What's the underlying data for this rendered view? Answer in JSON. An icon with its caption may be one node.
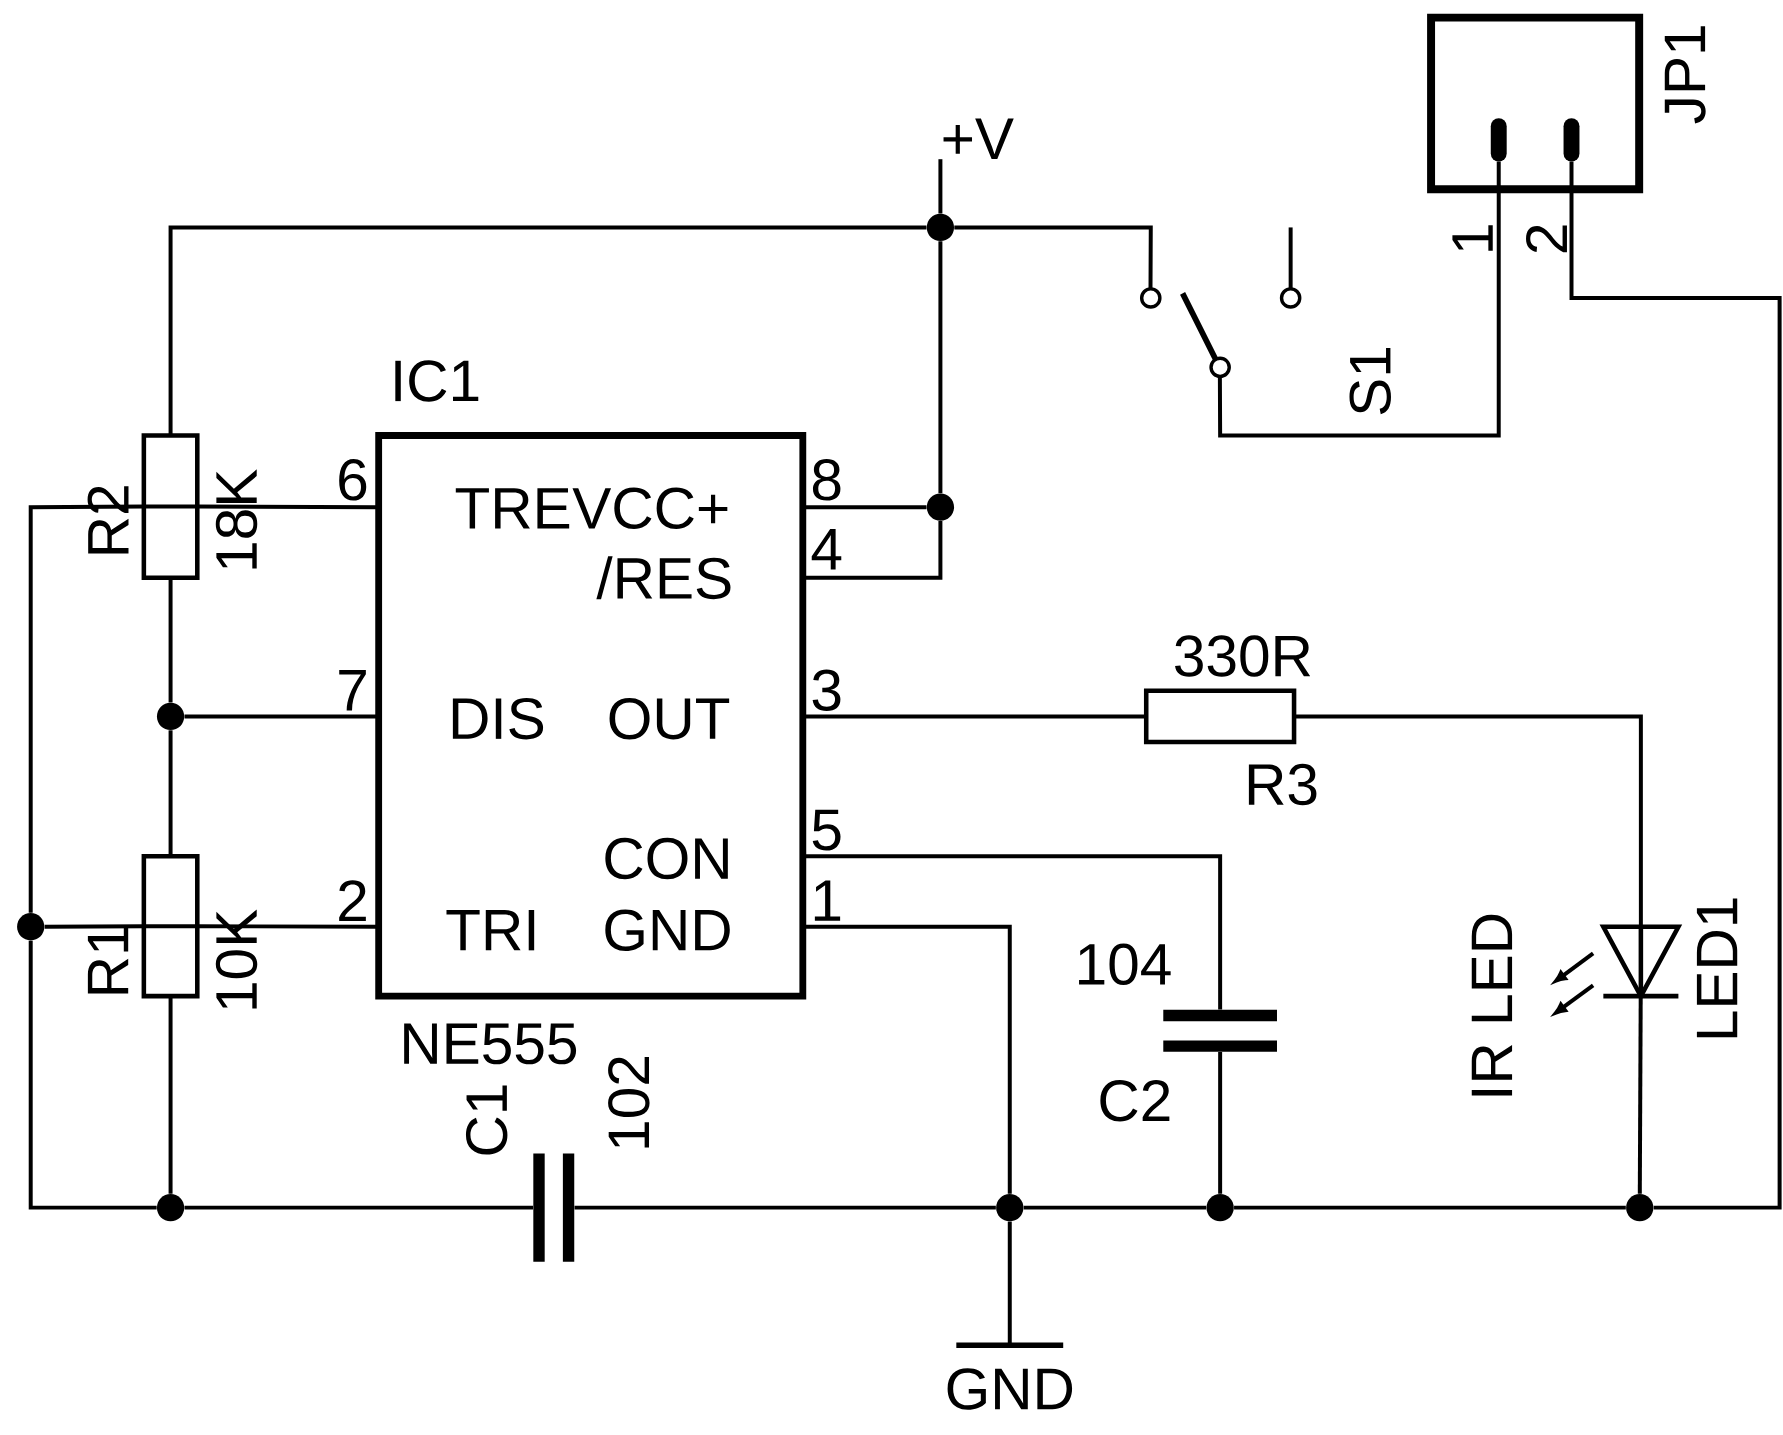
{
  "diagram": {
    "nodes": [
      {
        "text": [
          "IC1",
          "TRE",
          "VCC+",
          "/RES",
          "DIS",
          "OUT",
          "CON",
          "TRI",
          "GND",
          "NE555"
        ],
        "beside": [
          "6",
          "8",
          "4",
          "7",
          "3",
          "5",
          "2",
          "1"
        ]
      },
      {
        "text": [],
        "shape": "resistor",
        "beside": [
          "R2",
          "18K"
        ]
      },
      {
        "text": [],
        "shape": "resistor",
        "beside": [
          "R1",
          "10K"
        ]
      },
      {
        "text": [],
        "shape": "resistor",
        "beside": [
          "330R",
          "R3"
        ]
      },
      {
        "text": [],
        "shape": "capacitor",
        "beside": [
          "C1",
          "102"
        ]
      },
      {
        "text": [],
        "shape": "capacitor",
        "beside": [
          "104",
          "C2"
        ]
      },
      {
        "text": [],
        "shape": "switch",
        "beside": [
          "S1"
        ]
      },
      {
        "text": [],
        "shape": "diode",
        "beside": [
          "IR LED",
          "LED1"
        ]
      },
      {
        "text": [],
        "shape": "connector",
        "beside": [
          "JP1",
          "1",
          "2"
        ]
      },
      {
        "text": [
          "+V"
        ]
      },
      {
        "text": [
          "GND"
        ]
      },
      {
        "text": [],
        "shape": "circle"
      },
      {
        "text": [],
        "shape": "circle"
      },
      {
        "text": [],
        "shape": "circle"
      },
      {
        "text": [],
        "shape": "circle"
      },
      {
        "text": [],
        "shape": "circle"
      },
      {
        "text": [],
        "shape": "circle"
      },
      {
        "text": [],
        "shape": "circle"
      },
      {
        "text": [],
        "shape": "circle"
      }
    ],
    "edges": [
      {
        "from": 9,
        "to": 11,
        "arrow": "none"
      },
      {
        "from": 11,
        "to": 1,
        "arrow": "none"
      },
      {
        "from": 11,
        "to": 12,
        "arrow": "none"
      },
      {
        "from": 11,
        "to": 6,
        "arrow": "none"
      },
      {
        "from": 12,
        "to": 0,
        "arrow": "none"
      },
      {
        "from": 12,
        "to": 0,
        "arrow": "none"
      },
      {
        "from": 1,
        "to": 13,
        "arrow": "none"
      },
      {
        "from": 13,
        "to": 0,
        "arrow": "none"
      },
      {
        "from": 13,
        "to": 2,
        "arrow": "none"
      },
      {
        "from": 1,
        "to": 0,
        "arrow": "none"
      },
      {
        "from": 1,
        "to": 14,
        "arrow": "none"
      },
      {
        "from": 14,
        "to": 2,
        "arrow": "none"
      },
      {
        "from": 2,
        "to": 0,
        "arrow": "none"
      },
      {
        "from": 14,
        "to": 15,
        "arrow": "none"
      },
      {
        "from": 2,
        "to": 15,
        "arrow": "none"
      },
      {
        "from": 15,
        "to": 4,
        "arrow": "none"
      },
      {
        "from": 4,
        "to": 16,
        "arrow": "none"
      },
      {
        "from": 0,
        "to": 16,
        "arrow": "none"
      },
      {
        "from": 16,
        "to": 10,
        "arrow": "none"
      },
      {
        "from": 16,
        "to": 17,
        "arrow": "none"
      },
      {
        "from": 0,
        "to": 5,
        "arrow": "none"
      },
      {
        "from": 5,
        "to": 17,
        "arrow": "none"
      },
      {
        "from": 0,
        "to": 3,
        "arrow": "none"
      },
      {
        "from": 3,
        "to": 7,
        "arrow": "none"
      },
      {
        "from": 7,
        "to": 18,
        "arrow": "none"
      },
      {
        "from": 17,
        "to": 18,
        "arrow": "none"
      },
      {
        "from": 18,
        "to": 8,
        "arrow": "none"
      },
      {
        "from": 6,
        "to": 8,
        "arrow": "none"
      }
    ]
  }
}
